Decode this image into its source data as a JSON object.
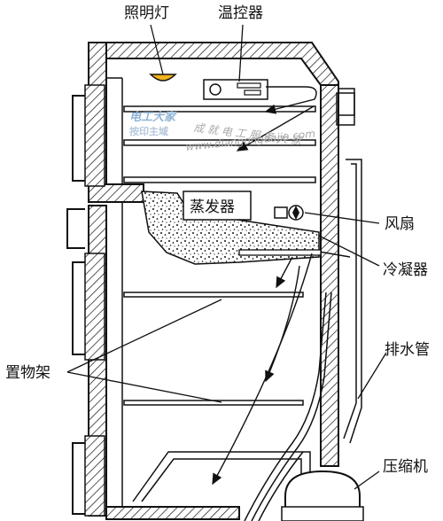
{
  "labels": {
    "light": "照明灯",
    "thermostat": "温控器",
    "evaporator": "蒸发器",
    "fan": "风扇",
    "condenser": "冷凝器",
    "drain_pipe": "排水管",
    "shelves": "置物架",
    "compressor": "压缩机"
  },
  "watermark": {
    "brand_line1": "电工大家",
    "brand_line2": "按印主域",
    "slogan": "成 就 电 工    服 务 大 家",
    "url": "www.diangongdajia.com"
  },
  "colors": {
    "line": "#111111",
    "lamp": "#f2b21d",
    "background": "#ffffff"
  }
}
